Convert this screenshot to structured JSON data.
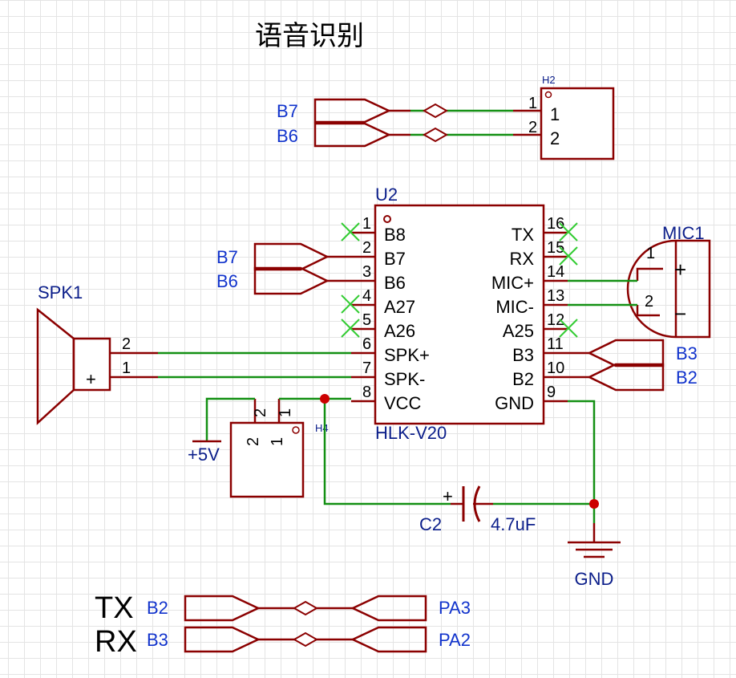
{
  "title": "语音识别",
  "h2": {
    "ref": "H2",
    "pins": [
      "1",
      "2"
    ],
    "labels": [
      "1",
      "2"
    ],
    "nets": [
      "B7",
      "B6"
    ]
  },
  "u2": {
    "ref": "U2",
    "value": "HLK-V20",
    "left_pins": [
      {
        "num": "1",
        "name": "B8"
      },
      {
        "num": "2",
        "name": "B7"
      },
      {
        "num": "3",
        "name": "B6"
      },
      {
        "num": "4",
        "name": "A27"
      },
      {
        "num": "5",
        "name": "A26"
      },
      {
        "num": "6",
        "name": "SPK+"
      },
      {
        "num": "7",
        "name": "SPK-"
      },
      {
        "num": "8",
        "name": "VCC"
      }
    ],
    "right_pins": [
      {
        "num": "16",
        "name": "TX"
      },
      {
        "num": "15",
        "name": "RX"
      },
      {
        "num": "14",
        "name": "MIC+"
      },
      {
        "num": "13",
        "name": "MIC-"
      },
      {
        "num": "12",
        "name": "A25"
      },
      {
        "num": "11",
        "name": "B3"
      },
      {
        "num": "10",
        "name": "B2"
      },
      {
        "num": "9",
        "name": "GND"
      }
    ],
    "left_nets": [
      "B7",
      "B6"
    ],
    "right_nets": [
      "B3",
      "B2"
    ]
  },
  "spk1": {
    "ref": "SPK1",
    "pins": [
      "2",
      "1"
    ],
    "polarity": "+"
  },
  "mic1": {
    "ref": "MIC1",
    "pins": [
      "1",
      "2"
    ],
    "plus": "+",
    "minus": "−"
  },
  "h4": {
    "ref": "H4",
    "pins": [
      "2",
      "1"
    ],
    "inner_pins": [
      "2",
      "1"
    ],
    "power": "+5V"
  },
  "c2": {
    "ref": "C2",
    "value": "4.7uF",
    "polarity": "+"
  },
  "gnd": {
    "label": "GND"
  },
  "serial": {
    "rows": [
      {
        "name": "TX",
        "left": "B2",
        "right": "PA3"
      },
      {
        "name": "RX",
        "left": "B3",
        "right": "PA2"
      }
    ]
  },
  "colors": {
    "part": "#8b0000",
    "wire": "#139013",
    "noconnect": "#33cc33",
    "reference": "#0b1e8a",
    "net": "#1133cc"
  }
}
